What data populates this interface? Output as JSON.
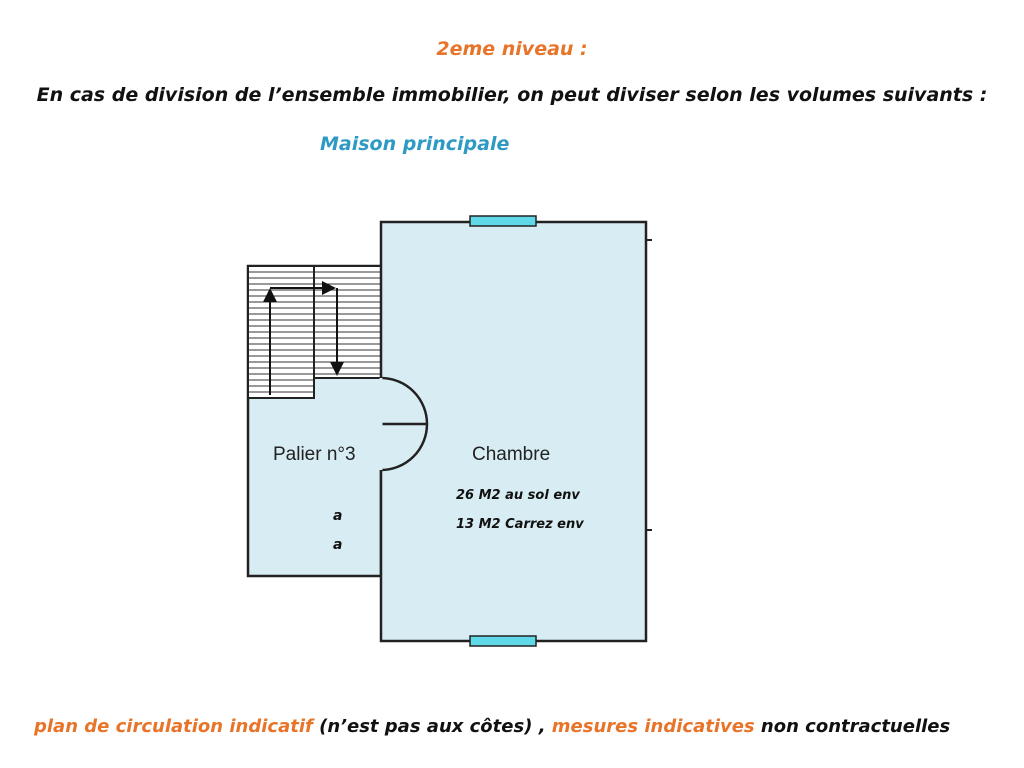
{
  "colors": {
    "orange": "#e8742a",
    "blue": "#2e9ac4",
    "room_fill": "#d8edf3",
    "window": "#5fd8e8",
    "wall": "#222222"
  },
  "header": {
    "level": "2eme niveau :",
    "intro": "En cas de division de l’ensemble immobilier,  on peut diviser selon les volumes suivants :",
    "building": "Maison principale"
  },
  "plan": {
    "landing_label": "Palier n°3",
    "bedroom_label": "Chambre",
    "bedroom_area_floor": "26 M2  au sol env",
    "bedroom_area_carrez": "13 M2  Carrez env",
    "landing_mark_1": "a",
    "landing_mark_2": "a"
  },
  "footer": {
    "part1": "plan de circulation indicatif",
    "part2": " (n’est pas aux côtes) , ",
    "part3": "mesures indicatives",
    "part4": " non contractuelles"
  }
}
